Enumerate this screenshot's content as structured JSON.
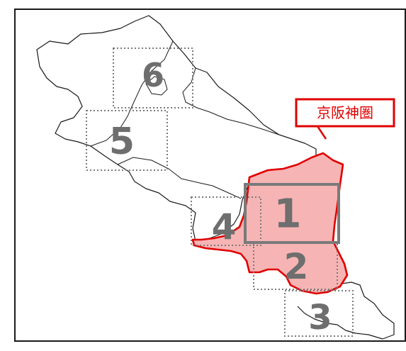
{
  "callout": {
    "label": "京阪神圏",
    "color": "#e00000"
  },
  "zones": [
    {
      "id": "1",
      "label": "1"
    },
    {
      "id": "2",
      "label": "2"
    },
    {
      "id": "3",
      "label": "3"
    },
    {
      "id": "4",
      "label": "4"
    },
    {
      "id": "5",
      "label": "5"
    },
    {
      "id": "6",
      "label": "6"
    }
  ],
  "colors": {
    "highlight_fill": "#f7b4b4",
    "highlight_stroke": "#e00000",
    "zone_box": "#7a7a7a",
    "label": "#6e6e6e",
    "outline": "#1a1a1a"
  }
}
